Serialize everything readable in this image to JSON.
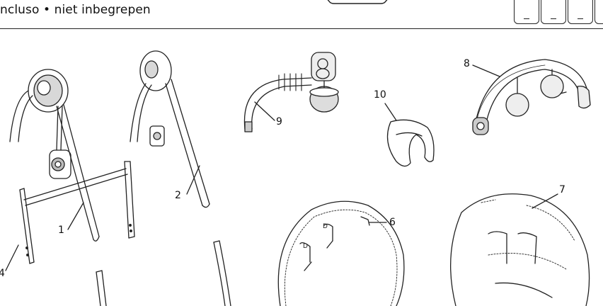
{
  "header": {
    "text": "ncluso • niet inbegrepen"
  },
  "part_labels": {
    "p1": "1",
    "p2": "2",
    "p4": "4",
    "p6": "6",
    "p7": "7",
    "p8": "8",
    "p9": "9",
    "p10": "10"
  },
  "icons": [
    "swing-frame-icon",
    "hanger-arm-icon",
    "tube-icon",
    "toy-bar-icon",
    "head-support-icon",
    "seat-pad-icon",
    "seat-cover-icon"
  ]
}
